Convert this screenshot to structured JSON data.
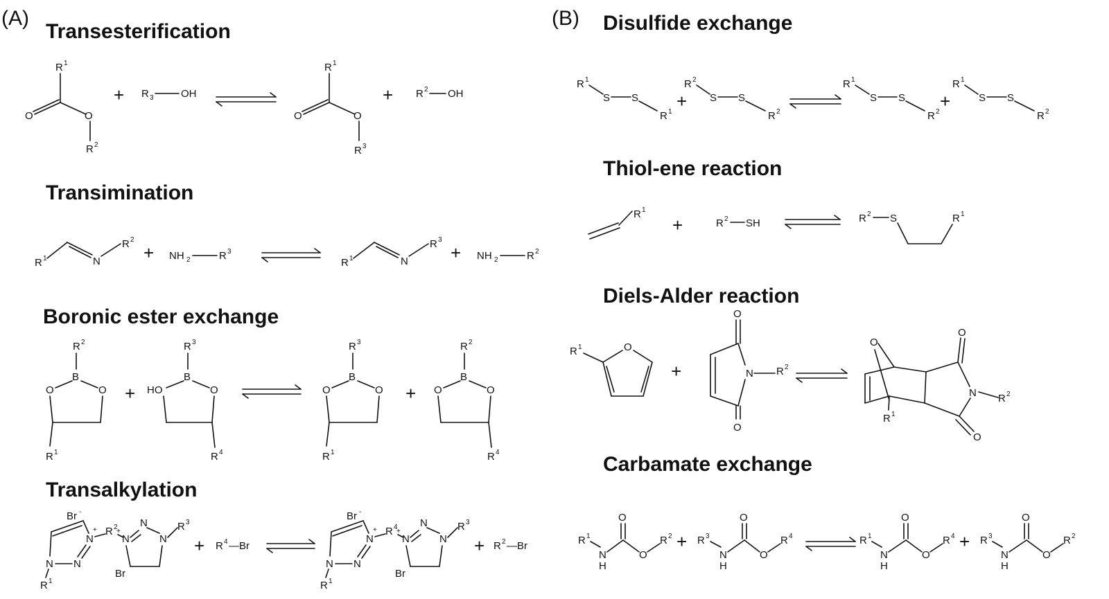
{
  "panels": {
    "a": {
      "label": "(A)",
      "reactions": [
        {
          "title": "Transesterification"
        },
        {
          "title": "Transimination"
        },
        {
          "title": "Boronic ester exchange"
        },
        {
          "title": "Transalkylation"
        }
      ]
    },
    "b": {
      "label": "(B)",
      "reactions": [
        {
          "title": "Disulfide exchange"
        },
        {
          "title": "Thiol-ene reaction"
        },
        {
          "title": "Diels-Alder reaction"
        },
        {
          "title": "Carbamate exchange"
        }
      ]
    }
  },
  "symbols": {
    "plus": "+",
    "equilibrium_icon": "equilibrium-arrows-icon",
    "R": "R",
    "R3_subscript_base": "R",
    "R3_subscript": "3",
    "sup1": "1",
    "sup2": "2",
    "sup3": "3",
    "sup4": "4",
    "O": "O",
    "OH": "OH",
    "HO": "HO",
    "N": "N",
    "H": "H",
    "NH": "NH",
    "NH2_base": "NH",
    "NH2_sub": "2",
    "B": "B",
    "S": "S",
    "SH": "SH",
    "Br": "Br",
    "minus": "-",
    "plus_charge": "+",
    "Br_bond": "—Br",
    "OH_bond": "—OH"
  }
}
